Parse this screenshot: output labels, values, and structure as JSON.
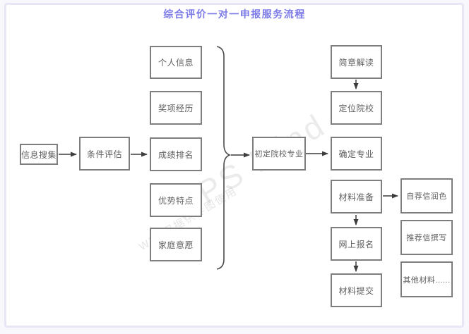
{
  "page": {
    "title": "综合评价一对一申报服务流程"
  },
  "watermark": {
    "main": "WPS Mind",
    "sub": "WPS汉据供作图使用"
  },
  "colors": {
    "title_text": "#7b7ae8",
    "frame_border": "#e6e6f5",
    "node_border": "#7e7e7e",
    "node_text": "#5f5f5f",
    "arrow": "#3d3d3d",
    "canvas": "#ffffff"
  },
  "flow": {
    "start": {
      "label": "信息搜集"
    },
    "evaluate": {
      "label": "条件评估"
    },
    "factors": [
      {
        "label": "个人信息"
      },
      {
        "label": "奖项经历"
      },
      {
        "label": "成绩排名"
      },
      {
        "label": "优势特点"
      },
      {
        "label": "家庭意愿"
      }
    ],
    "preliminary": {
      "label": "初定院校专业"
    },
    "school_track": [
      {
        "label": "简章解读"
      },
      {
        "label": "定位院校"
      },
      {
        "label": "确定专业"
      },
      {
        "label": "材料准备"
      },
      {
        "label": "网上报名"
      },
      {
        "label": "材料提交"
      }
    ],
    "materials": [
      {
        "label": "自荐信润色"
      },
      {
        "label": "推荐信撰写"
      },
      {
        "label": "其他材料......"
      }
    ]
  }
}
